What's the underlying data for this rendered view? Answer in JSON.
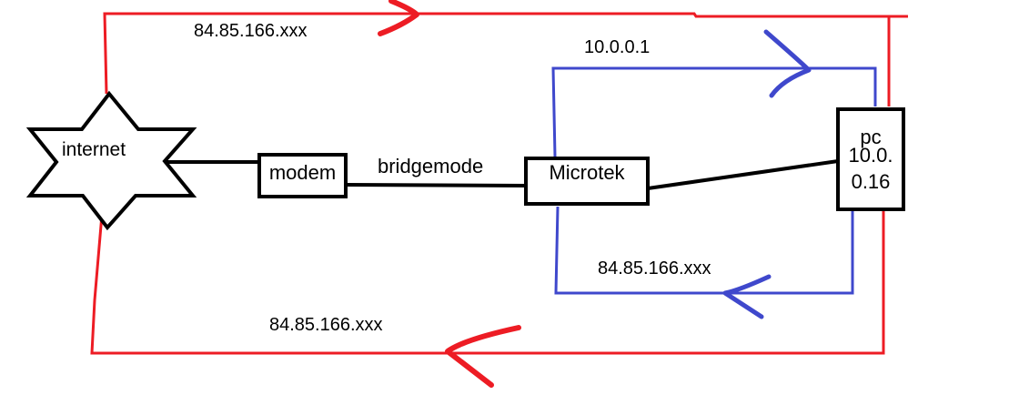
{
  "nodes": {
    "internet": "internet",
    "modem": "modem",
    "router": "Microtek",
    "pc_line1": "pc",
    "pc_line2": "10.0.",
    "pc_line3": "0.16"
  },
  "labels": {
    "bridge_mode": "bridgemode",
    "wan_top": "84.85.166.xxx",
    "lan_top": "10.0.0.1",
    "lan_bottom": "84.85.166.xxx",
    "wan_bottom": "84.85.166.xxx"
  },
  "colors": {
    "wan_red": "#ed1c24",
    "lan_blue": "#3f48cc",
    "outline_black": "#000000",
    "background": "#ffffff"
  }
}
